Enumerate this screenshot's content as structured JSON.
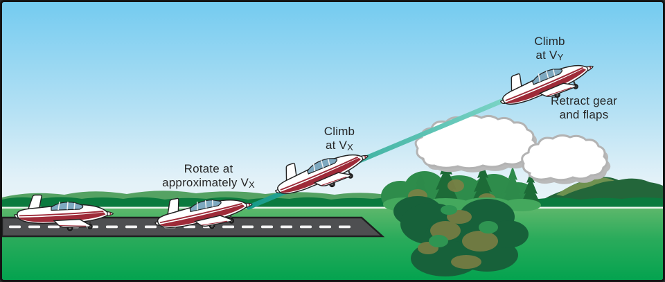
{
  "diagram": {
    "description": "Takeoff and climb profile illustration",
    "labels": {
      "rotate": {
        "line1": "Rotate at",
        "line2_prefix": "approximately V",
        "line2_sub": "X"
      },
      "climb_vx": {
        "line1": "Climb",
        "line2_prefix": "at V",
        "line2_sub": "X"
      },
      "climb_vy": {
        "line1": "Climb",
        "line2_prefix": "at V",
        "line2_sub": "Y"
      },
      "retract": {
        "line1": "Retract gear",
        "line2": "and flaps"
      }
    },
    "colors": {
      "sky_top": "#74cbf0",
      "sky_horizon": "#eaf5f8",
      "treeline_green": "#0b7a3e",
      "grass_green": "#00a24e",
      "runway_gray": "#4e4f51",
      "climb_path_teal": "#2aa998",
      "airplane_stripe_red": "#9e2b39",
      "text": "#262626"
    }
  }
}
